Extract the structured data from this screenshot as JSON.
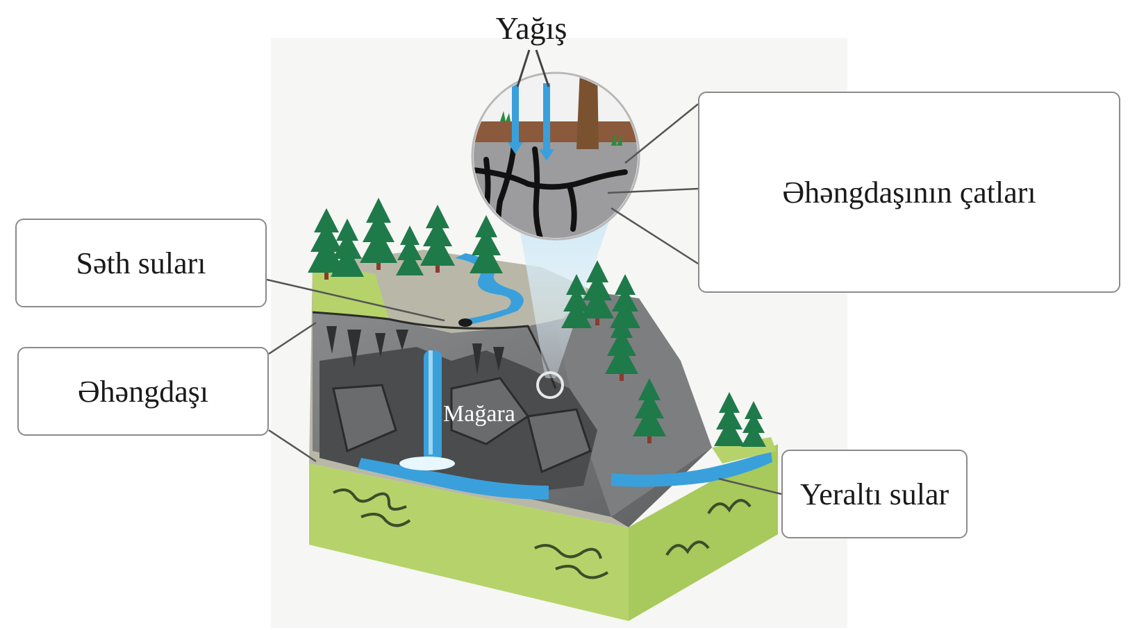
{
  "labels": {
    "rain": "Yağış",
    "surface_water": "Səth suları",
    "limestone": "Əhəngdaşı",
    "limestone_cracks": "Əhəngdaşının çatları",
    "groundwater": "Yeraltı sular",
    "cave": "Mağara"
  },
  "colors": {
    "water": "#3aa0dc",
    "grass": "#b5d36a",
    "limestone_rock": "#6d6e70",
    "tree": "#1f7a4a",
    "label_border": "#8a8a8a"
  },
  "icons": [
    "tree-icon",
    "waterfall-icon",
    "rain-arrow-icon",
    "magnifier-circle-icon"
  ]
}
